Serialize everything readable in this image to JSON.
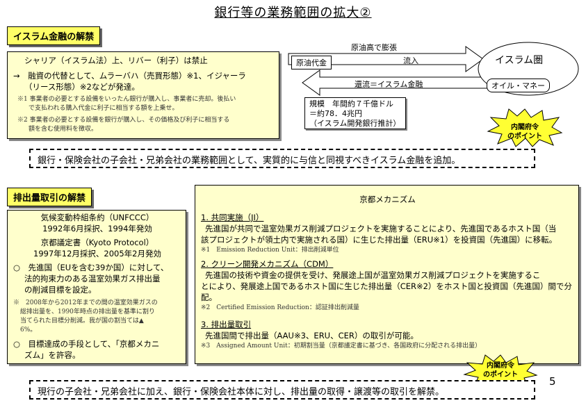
{
  "title": "銀行等の業務範囲の拡大②",
  "islamic": {
    "label": "イスラム金融の解禁",
    "line1": "シャリア（イスラム法）上、リバー（利子）は禁止",
    "line2": "→　融資の代替として、ムラーバハ（売買形態）※1、イジャーラ",
    "line3": "（リース形態）※2などが発達。",
    "note1a": "※1 事業者の必要とする設備をいったん銀行が購入し、事業者に売却。後払い",
    "note1b": "で支払われる購入代金に利子に相当する額を上乗せ。",
    "note2a": "※2 事業者の必要とする設備を銀行が購入し、その価格及び利子に相当する",
    "note2b": "額を含む使用料を徴収。",
    "flow_top": "原油高で膨張",
    "oil_payment": "原油代金",
    "inflow": "流入",
    "islam_sphere": "イスラム圏",
    "oil_money": "オイル・マネー",
    "return_flow": "還流＝イスラム金融",
    "scale1": "規模　年間約７千億ドル",
    "scale2": "＝約78．4兆円",
    "scale3": "（イスラム開発銀行推計）",
    "star": [
      "内閣府令",
      "のポイント"
    ],
    "summary": "銀行・保険会社の子会社・兄弟会社の業務範囲として、実質的に与信と同視すべきイスラム金融を追加。"
  },
  "emissions": {
    "label": "排出量取引の解禁",
    "left": {
      "l1": "気候変動枠組条約（UNFCCC）",
      "l2": "1992年6月採択、1994年発効",
      "l3": "京都議定書（Kyoto Protocol）",
      "l4": "1997年12月採択、2005年2月発効",
      "b1a": "○　先進国（EUを含む39か国）に対して、",
      "b1b": "法的拘束力のある温室効果ガス排出量",
      "b1c": "の削減目標を設定。",
      "n1": "※　2008年から2012年までの間の温室効果ガスの",
      "n2": "総排出量を、1990年時点の排出量を基準に割り",
      "n3": "当てられた目標分削減。我が国の割当ては▲",
      "n4": "6%。",
      "b2a": "○　目標達成の手段として、「京都メカニ",
      "b2b": "ズム」を許容。"
    },
    "right": {
      "heading": "京都メカニズム",
      "h1": "1. 共同実施（JI）",
      "p1a": "先進国が共同で温室効果ガス削減プロジェクトを実施することにより、先進国であるホスト国（当",
      "p1b": "該プロジェクトが領土内で実施される国）に生じた排出量（ERU※1）を投資国（先進国）に移転。",
      "n1": "※1　Emission Reduction Unit：排出削減単位",
      "h2": "2. クリーン開発メカニズム（CDM）",
      "p2a": "先進国の技術や資金の提供を受け、発展途上国が温室効果ガス削減プロジェクトを実施するこ",
      "p2b": "とにより、発展途上国であるホスト国に生じた排出量（CER※2）をホスト国と投資国（先進国）間で分",
      "p2c": "配。",
      "n2": "※2　Certified Emission Reduction：認証排出削減量",
      "h3": "3. 排出量取引",
      "p3": "先進国間で排出量（AAU※3、ERU、CER）の取引が可能。",
      "n3": "※3　Assigned Amount Unit：初期割当量（京都議定書に基づき、各国政府に分配される排出量）"
    },
    "star": [
      "内閣府令",
      "のポイント"
    ],
    "summary": "現行の子会社・兄弟会社に加え、銀行・保険会社本体に対し、排出量の取得・譲渡等の取引を解禁。"
  },
  "page_number": "5"
}
